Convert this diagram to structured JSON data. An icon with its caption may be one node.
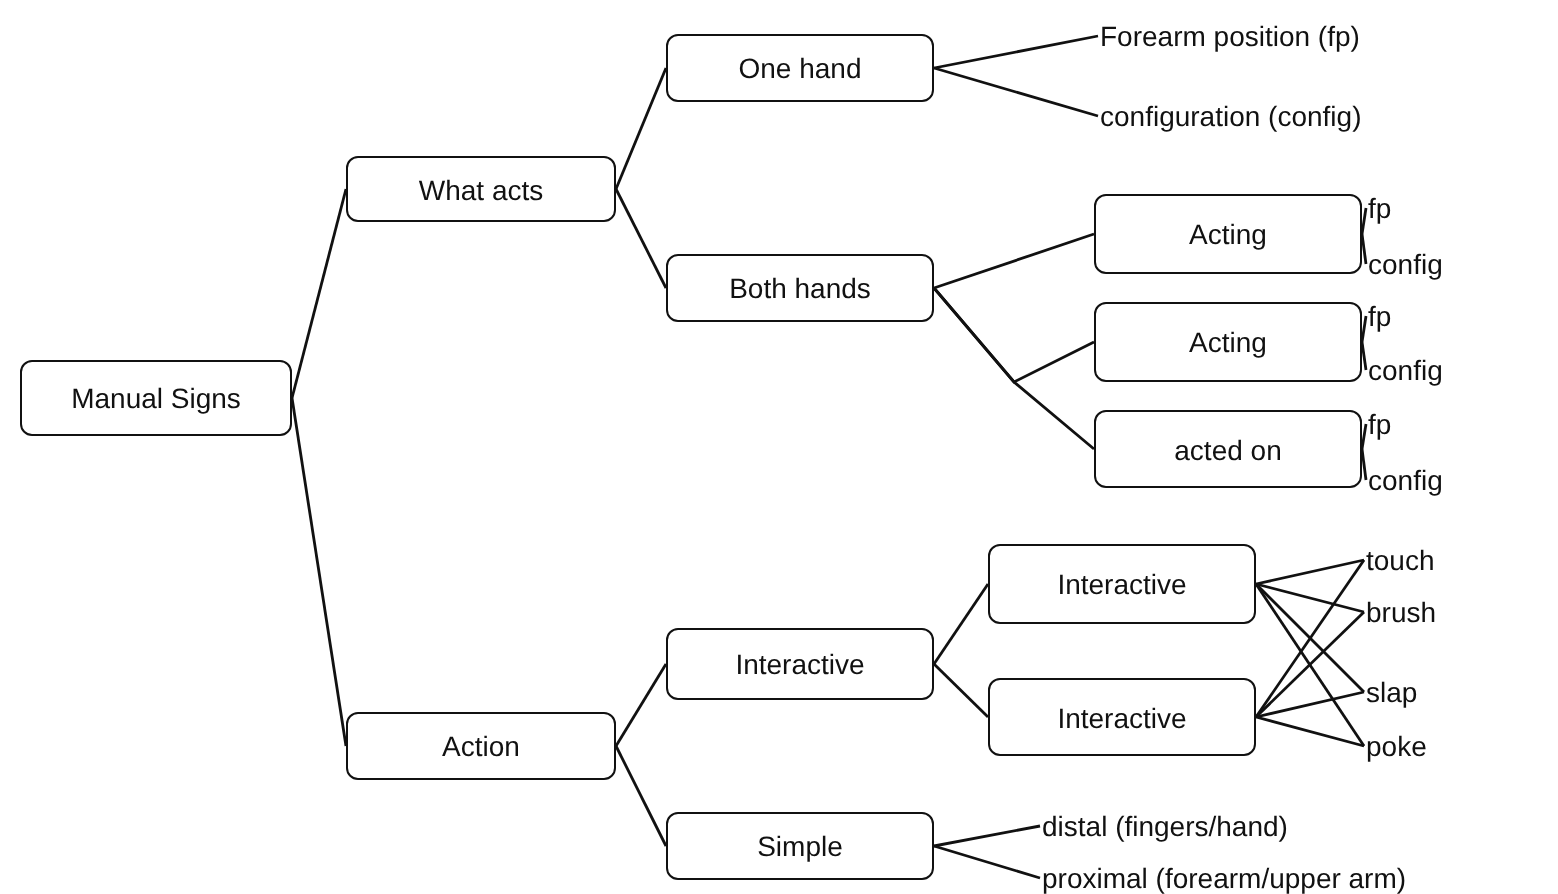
{
  "diagram": {
    "nodes": [
      {
        "text": [
          "Manual Signs"
        ]
      },
      {
        "text": [
          "What acts"
        ]
      },
      {
        "text": [
          "Action"
        ]
      },
      {
        "text": [
          "One hand"
        ]
      },
      {
        "text": [
          "Both hands"
        ]
      },
      {
        "text": [
          "Forearm position (fp)"
        ]
      },
      {
        "text": [
          "configuration (config)"
        ]
      },
      {
        "text": [
          "Acting"
        ]
      },
      {
        "text": [
          "fp"
        ]
      },
      {
        "text": [
          "config"
        ]
      },
      {
        "text": [
          "Acting"
        ]
      },
      {
        "text": [
          "fp"
        ]
      },
      {
        "text": [
          "config"
        ]
      },
      {
        "text": [
          "acted on"
        ]
      },
      {
        "text": [
          "fp"
        ]
      },
      {
        "text": [
          "config"
        ]
      },
      {
        "text": [
          "Interactive"
        ]
      },
      {
        "text": [
          "Simple"
        ]
      },
      {
        "text": [
          "Interactive"
        ]
      },
      {
        "text": [
          "Interactive"
        ]
      },
      {
        "text": [
          "touch"
        ]
      },
      {
        "text": [
          "brush"
        ]
      },
      {
        "text": [
          "slap"
        ]
      },
      {
        "text": [
          "poke"
        ]
      },
      {
        "text": [
          "distal (fingers/hand)"
        ]
      },
      {
        "text": [
          "proximal (forearm/upper arm)"
        ]
      }
    ],
    "edges": [
      {
        "from": 0,
        "to": 1,
        "arrow": "none"
      },
      {
        "from": 0,
        "to": 2,
        "arrow": "none"
      },
      {
        "from": 1,
        "to": 3,
        "arrow": "none"
      },
      {
        "from": 1,
        "to": 4,
        "arrow": "none"
      },
      {
        "from": 3,
        "to": 5,
        "arrow": "none"
      },
      {
        "from": 3,
        "to": 6,
        "arrow": "none"
      },
      {
        "from": 4,
        "to": 7,
        "arrow": "none"
      },
      {
        "from": 4,
        "to": 10,
        "arrow": "none"
      },
      {
        "from": 4,
        "to": 13,
        "arrow": "none"
      },
      {
        "from": 7,
        "to": 8,
        "arrow": "none"
      },
      {
        "from": 7,
        "to": 9,
        "arrow": "none"
      },
      {
        "from": 10,
        "to": 11,
        "arrow": "none"
      },
      {
        "from": 10,
        "to": 12,
        "arrow": "none"
      },
      {
        "from": 13,
        "to": 14,
        "arrow": "none"
      },
      {
        "from": 13,
        "to": 15,
        "arrow": "none"
      },
      {
        "from": 2,
        "to": 16,
        "arrow": "none"
      },
      {
        "from": 2,
        "to": 17,
        "arrow": "none"
      },
      {
        "from": 16,
        "to": 18,
        "arrow": "none"
      },
      {
        "from": 16,
        "to": 19,
        "arrow": "none"
      },
      {
        "from": 18,
        "to": 20,
        "arrow": "none"
      },
      {
        "from": 18,
        "to": 21,
        "arrow": "none"
      },
      {
        "from": 18,
        "to": 22,
        "arrow": "none"
      },
      {
        "from": 18,
        "to": 23,
        "arrow": "none"
      },
      {
        "from": 19,
        "to": 20,
        "arrow": "none"
      },
      {
        "from": 19,
        "to": 21,
        "arrow": "none"
      },
      {
        "from": 19,
        "to": 22,
        "arrow": "none"
      },
      {
        "from": 19,
        "to": 23,
        "arrow": "none"
      },
      {
        "from": 17,
        "to": 24,
        "arrow": "none"
      },
      {
        "from": 17,
        "to": 25,
        "arrow": "none"
      }
    ]
  }
}
